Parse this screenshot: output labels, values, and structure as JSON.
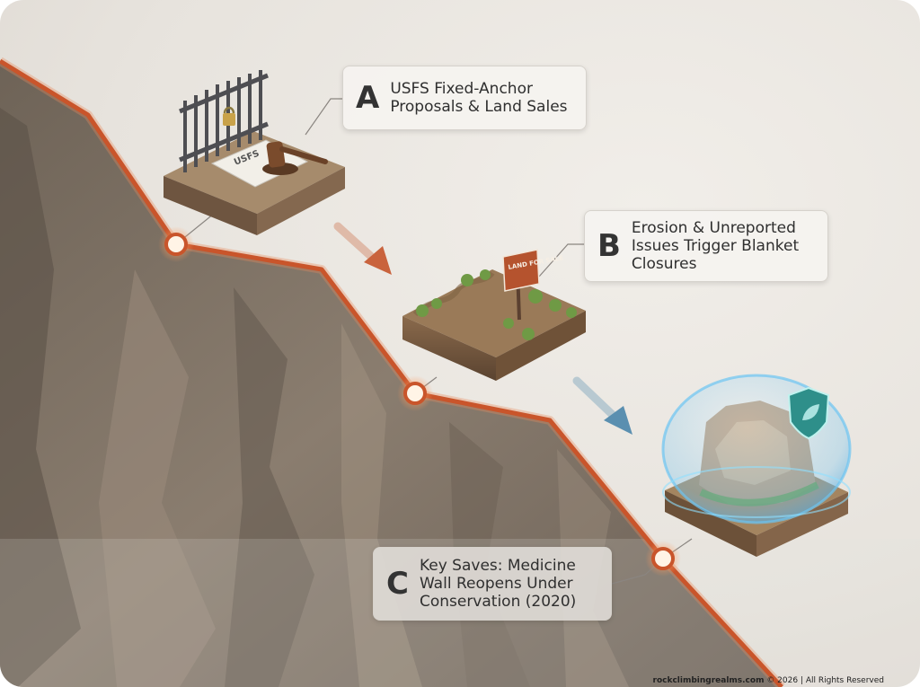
{
  "callouts": [
    {
      "letter": "A",
      "text": "USFS Fixed-Anchor\nProposals & Land Sales"
    },
    {
      "letter": "B",
      "text": "Erosion & Unreported\nIssues Trigger Blanket\nClosures"
    },
    {
      "letter": "C",
      "text": "Key Saves: Medicine\nWall Reopens Under\nConservation (2020)"
    }
  ],
  "illustrations": {
    "a_paper_label": "USFS",
    "b_sign_label": "LAND FOR SALE"
  },
  "footer": {
    "site": "rockclimbingrealms.com",
    "rest": " © 2026 | All Rights Reserved"
  },
  "colors": {
    "trend_line": "#c9552b",
    "node_fill": "#fff4e6",
    "arrow_orange": "#c9633d",
    "arrow_blue": "#5a8fb0",
    "shield": "#2e8f8a"
  },
  "icons": [
    "gate-padlock-icon",
    "gavel-icon",
    "land-for-sale-sign-icon",
    "conservation-shield-icon"
  ]
}
